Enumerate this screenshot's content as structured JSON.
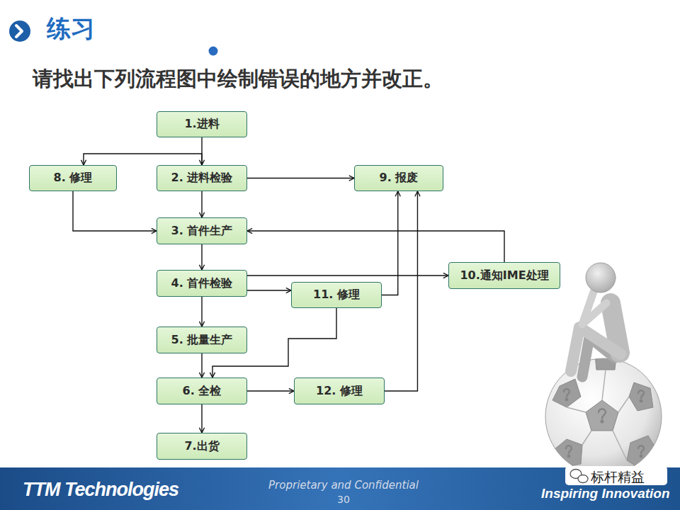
{
  "diagram": {
    "title": "练习",
    "nodes": [
      {
        "text": [
          "1.进料"
        ]
      },
      {
        "text": [
          "8. 修理"
        ]
      },
      {
        "text": [
          "2. 进料检验"
        ]
      },
      {
        "text": [
          "9. 报废"
        ]
      },
      {
        "text": [
          "3. 首件生产"
        ]
      },
      {
        "text": [
          "10.通知IME处理"
        ]
      },
      {
        "text": [
          "4. 首件检验"
        ]
      },
      {
        "text": [
          "11. 修理"
        ]
      },
      {
        "text": [
          "5. 批量生产"
        ]
      },
      {
        "text": [
          "6. 全检"
        ]
      },
      {
        "text": [
          "12. 修理"
        ]
      },
      {
        "text": [
          "7.出货"
        ]
      }
    ],
    "edges": [
      {
        "from": 0,
        "to": 2,
        "arrow": "to"
      },
      {
        "from": 2,
        "to": 1,
        "arrow": "to"
      },
      {
        "from": 2,
        "to": 3,
        "arrow": "to"
      },
      {
        "from": 2,
        "to": 4,
        "arrow": "to"
      },
      {
        "from": 1,
        "to": 4,
        "arrow": "to"
      },
      {
        "from": 5,
        "to": 4,
        "arrow": "to"
      },
      {
        "from": 4,
        "to": 6,
        "arrow": "to"
      },
      {
        "from": 6,
        "to": 5,
        "arrow": "to"
      },
      {
        "from": 6,
        "to": 7,
        "arrow": "to"
      },
      {
        "from": 6,
        "to": 8,
        "arrow": "to"
      },
      {
        "from": 7,
        "to": 3,
        "arrow": "to"
      },
      {
        "from": 7,
        "to": 9,
        "arrow": "to"
      },
      {
        "from": 8,
        "to": 9,
        "arrow": "to"
      },
      {
        "from": 9,
        "to": 10,
        "arrow": "to"
      },
      {
        "from": 10,
        "to": 3,
        "arrow": "to"
      },
      {
        "from": 9,
        "to": 11,
        "arrow": "to"
      }
    ],
    "labels": [
      "请找出下列流程图中绘制错误的地方并改正。",
      "TTM Technologies",
      "Proprietary and Confidential",
      "30",
      "标杆精益",
      "Inspiring Innovation"
    ]
  }
}
